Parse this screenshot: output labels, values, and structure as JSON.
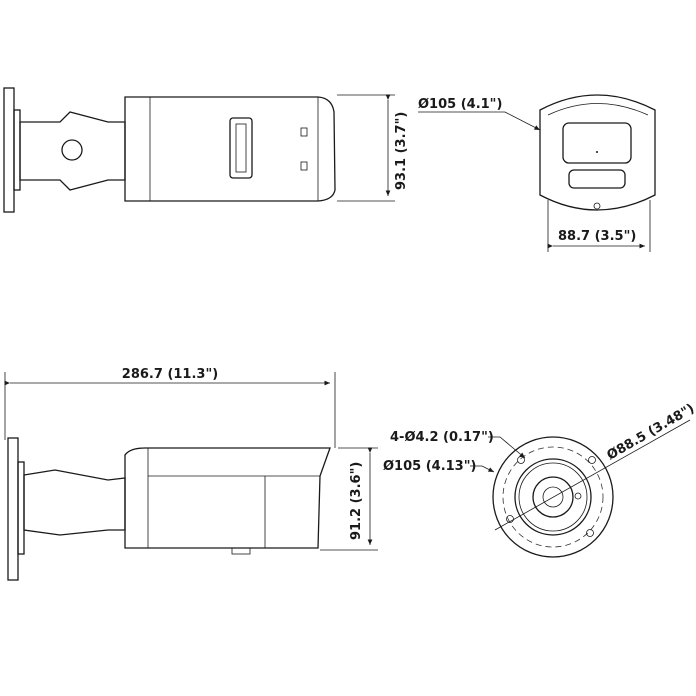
{
  "top_view": {
    "height_label": "93.1 (3.7\")"
  },
  "front_view": {
    "diameter_label": "Ø105 (4.1\")",
    "width_label": "88.7 (3.5\")"
  },
  "side_view": {
    "length_label": "286.7 (11.3\")",
    "height_label": "91.2 (3.6\")"
  },
  "mount_view": {
    "holes_label": "4-Ø4.2 (0.17\")",
    "diameter_label": "Ø105 (4.13\")",
    "hole_circle_label": "Ø88.5 (3.48\")"
  }
}
